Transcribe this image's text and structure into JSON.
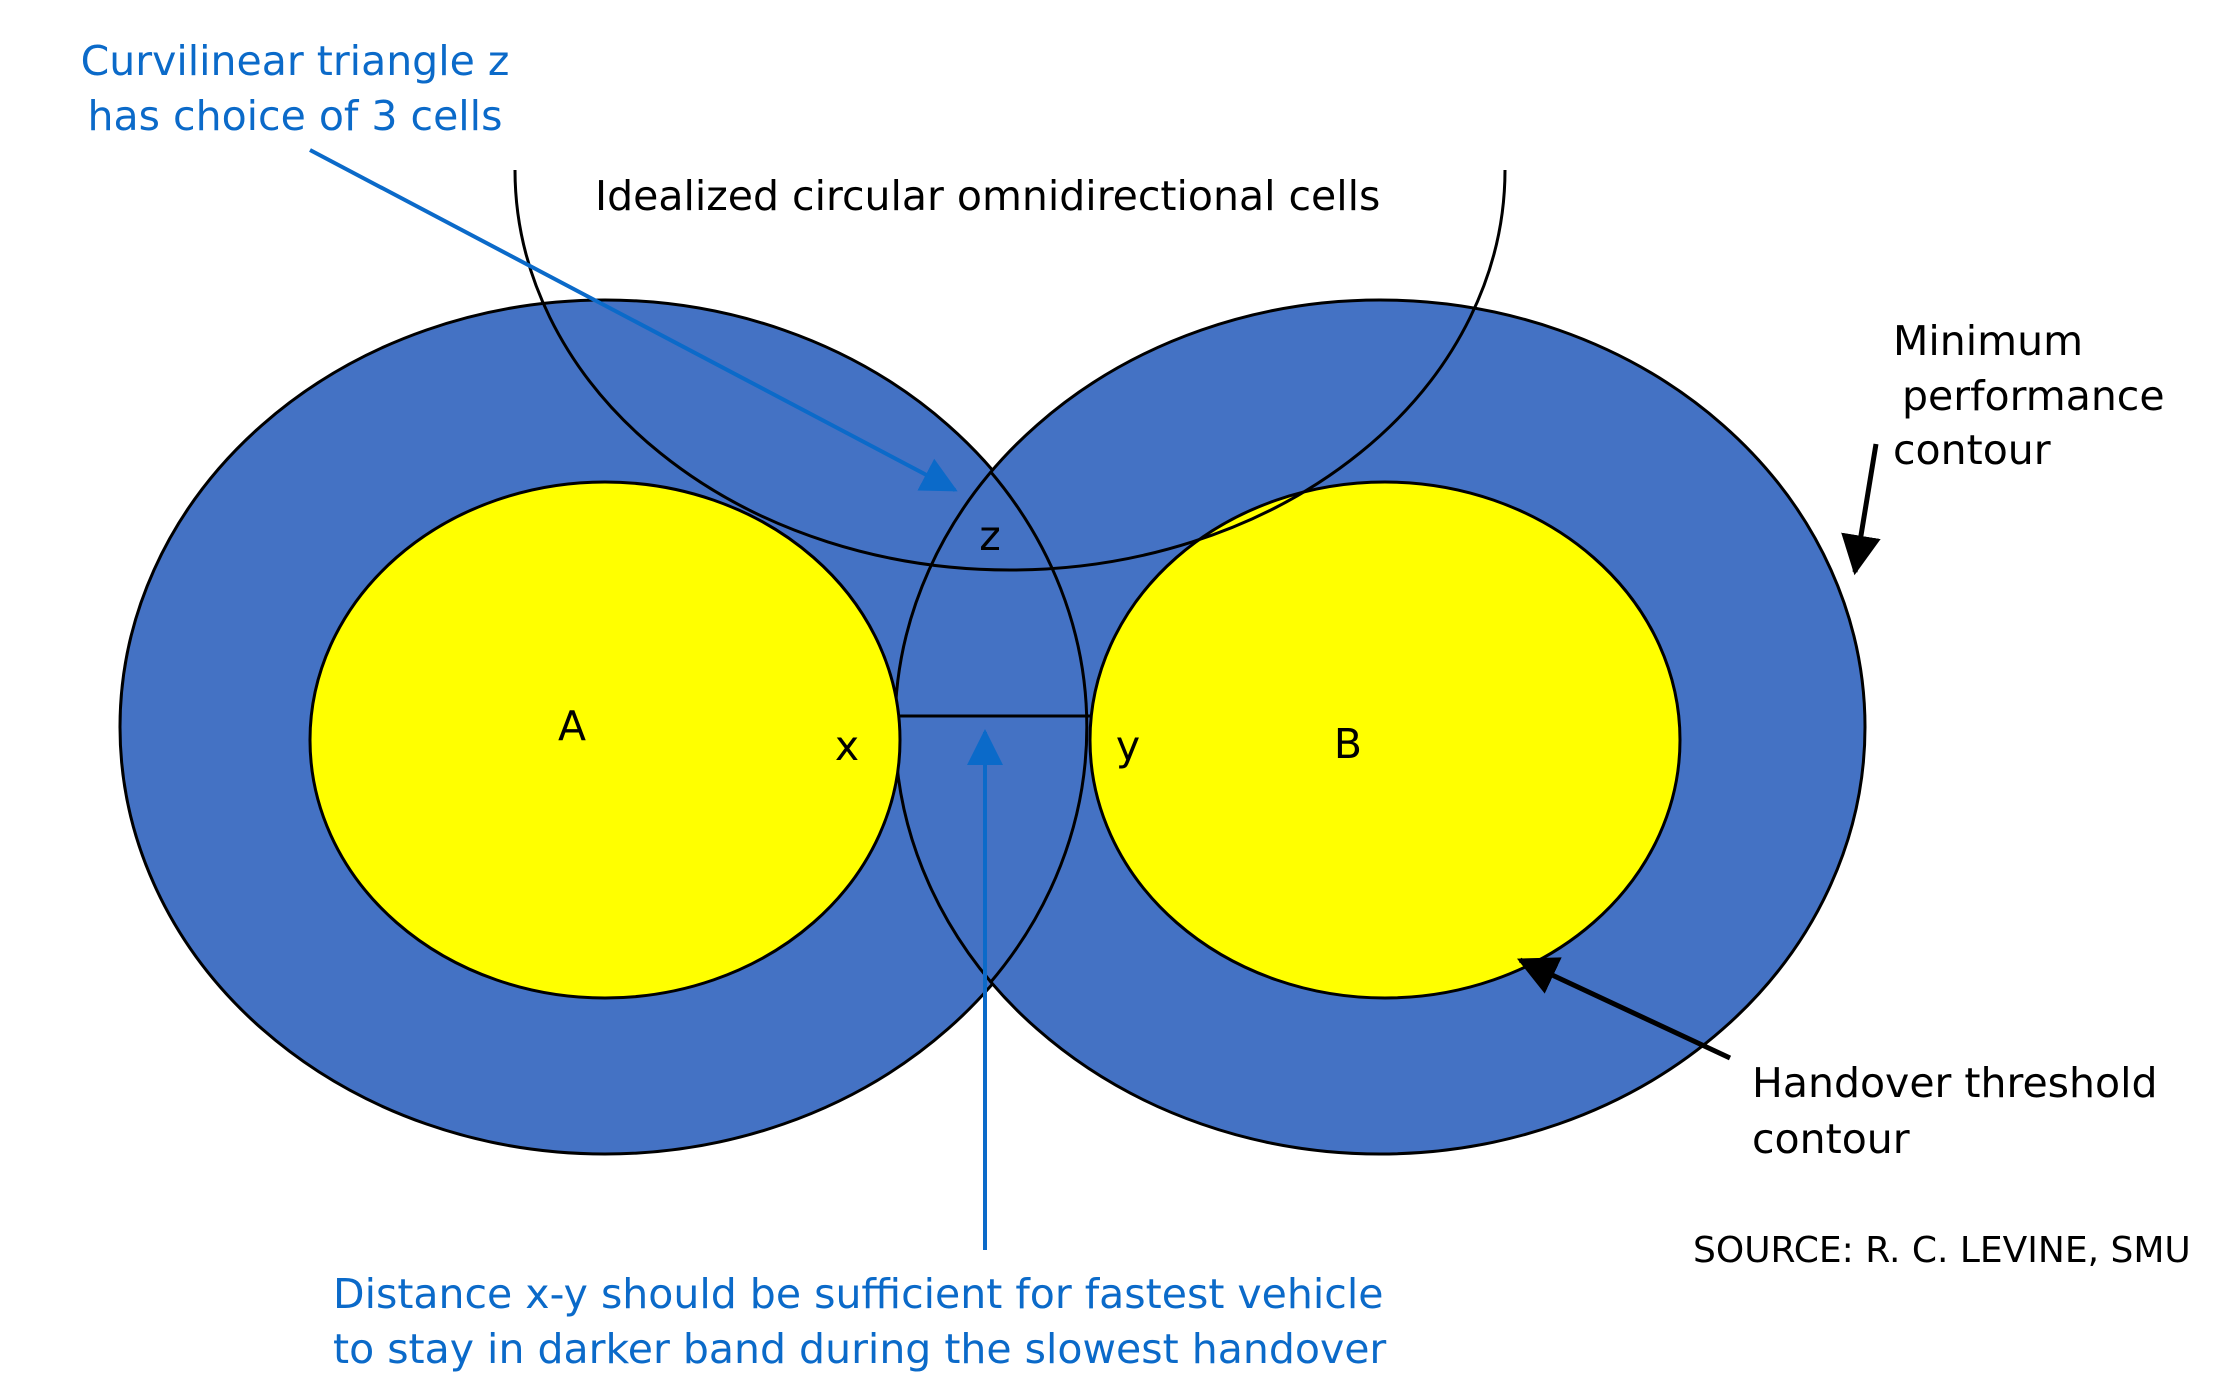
{
  "labels": {
    "cell_a": "A",
    "cell_b": "B",
    "point_x": "x",
    "point_y": "y",
    "point_z": "z",
    "idealized_cells": "Idealized circular omnidirectional cells",
    "curvilinear_line1": "Curvilinear triangle z",
    "curvilinear_line2": "has choice of 3 cells",
    "min_perf_line1": "Minimum",
    "min_perf_line2": "performance",
    "min_perf_line3": "contour",
    "handover_line1": "Handover threshold",
    "handover_line2": "contour",
    "source": "SOURCE: R. C. LEVINE, SMU",
    "distance_line1": "Distance x-y should be sufficient for fastest vehicle",
    "distance_line2": "to stay in darker band during the slowest handover"
  },
  "colors": {
    "outer_band": "#4472C4",
    "inner_threshold": "#FFFF00",
    "outline": "#000000",
    "annotation_blue": "#0B6AC9",
    "annotation_black": "#000000"
  }
}
